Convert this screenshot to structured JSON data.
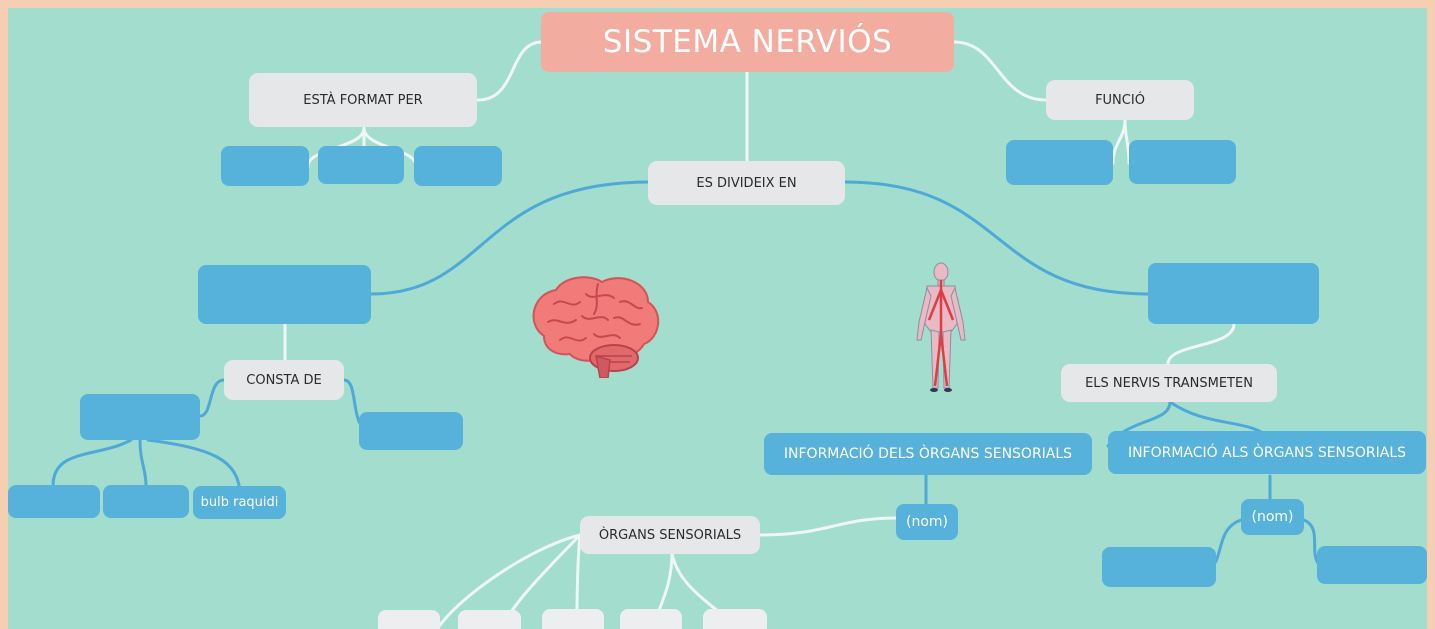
{
  "title": "SISTEMA NERVIÓS",
  "nodes": {
    "esta_format_per": "ESTÀ FORMAT PER",
    "funcio": "FUNCIÓ",
    "es_divideix_en": "ES DIVIDEIX EN",
    "consta_de": "CONSTA DE",
    "bulb_raquidi": "bulb raquidi",
    "els_nervis_transmeten": "ELS NERVIS TRANSMETEN",
    "informacio_dels": "INFORMACIÓ DELS ÒRGANS SENSORIALS",
    "informacio_als": "INFORMACIÓ ALS ÒRGANS SENSORIALS",
    "nom_left": "(nom)",
    "nom_right": "(nom)",
    "organs_sensorials": "ÒRGANS SENSORIALS"
  },
  "colors": {
    "frame": "#f6cfb3",
    "canvas": "#a3ddcd",
    "title": "#f2ada0",
    "grey_node": "#e5e7e8",
    "blue_node": "#56b2da",
    "blue_link": "#4ea9d8",
    "white_link": "#eef7f4",
    "brain": "#f07b78",
    "brain_dark": "#d2535a"
  },
  "icons": [
    "brain-icon",
    "human-body-icon"
  ]
}
